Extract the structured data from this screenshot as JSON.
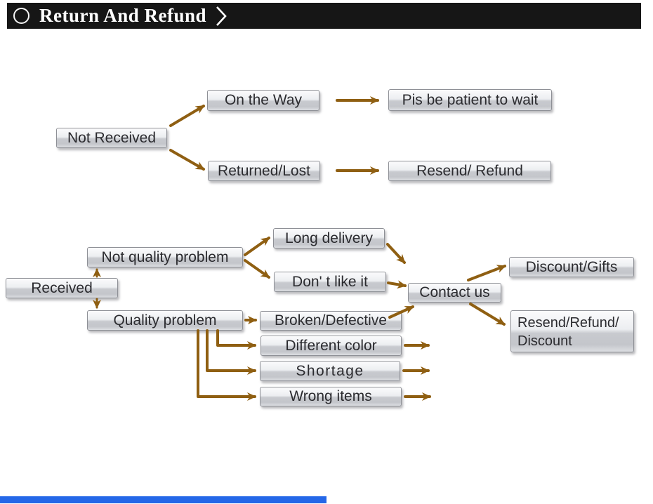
{
  "header": {
    "title": "Return And Refund"
  },
  "colors": {
    "arrow": "#8f5f12",
    "box_border": "#8e9096",
    "header_bg": "#161616",
    "progress_blue": "#2467e8"
  },
  "nodes": {
    "not_received": "Not Received",
    "on_the_way": "On the Way",
    "pls_be_patient": "Pis be patient to wait",
    "returned_lost": "Returned/Lost",
    "resend_refund": "Resend/ Refund",
    "received": "Received",
    "not_quality_problem": "Not quality problem",
    "quality_problem": "Quality problem",
    "long_delivery": "Long delivery",
    "dont_like_it": "Don' t like it",
    "contact_us": "Contact us",
    "discount_gifts": "Discount/Gifts",
    "resend_refund_discount_line1": "Resend/Refund/",
    "resend_refund_discount_line2": "Discount",
    "broken_defective": "Broken/Defective",
    "different_color": "Different color",
    "shortage": "Shortage",
    "wrong_items": "Wrong items"
  }
}
